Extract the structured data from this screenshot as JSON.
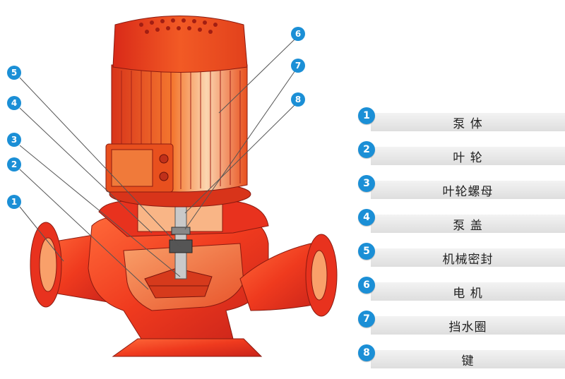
{
  "parts": [
    {
      "num": "1",
      "name": "泵 体"
    },
    {
      "num": "2",
      "name": "叶 轮"
    },
    {
      "num": "3",
      "name": "叶轮螺母"
    },
    {
      "num": "4",
      "name": "泵 盖"
    },
    {
      "num": "5",
      "name": "机械密封"
    },
    {
      "num": "6",
      "name": "电 机"
    },
    {
      "num": "7",
      "name": "挡水圈"
    },
    {
      "num": "8",
      "name": "键"
    }
  ],
  "colors": {
    "badge": "#1b8fd6",
    "pump_red": "#e8321e",
    "motor_orange": "#f06a2a",
    "legend_bar": "#e6e6e6"
  },
  "icons": {
    "pump_illustration": "vertical-inline-pump-cutaway"
  }
}
